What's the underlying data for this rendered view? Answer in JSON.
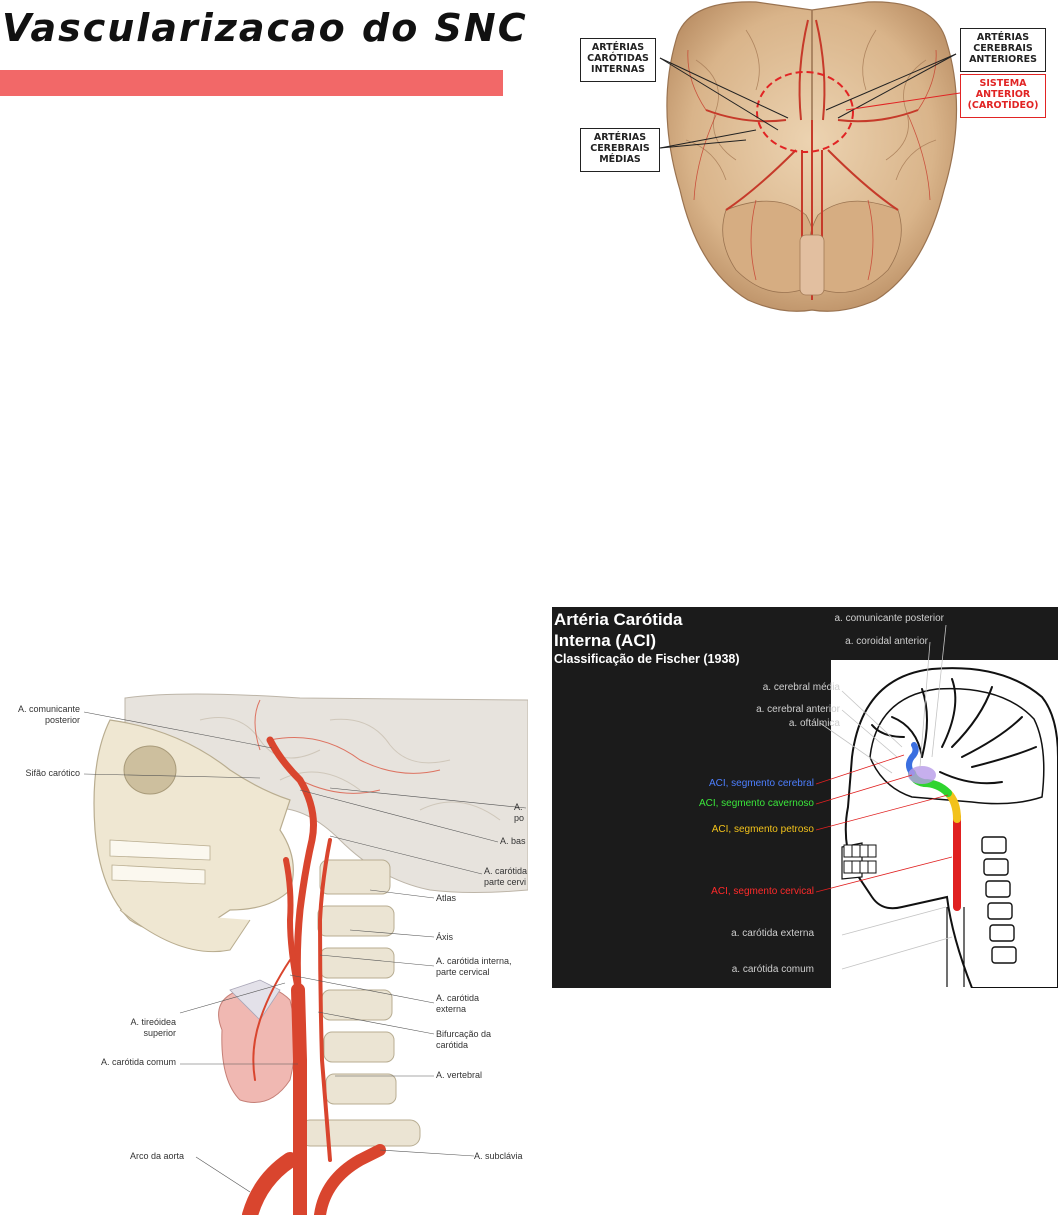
{
  "page": {
    "title": "Vascularizacao do SNC"
  },
  "colors": {
    "accent_bar": "#f26868",
    "artery": "#d9452e",
    "fischer_bg": "#1b1b1b"
  },
  "figure1": {
    "labels": {
      "carotidas_internas": "ARTÉRIAS CARÓTIDAS INTERNAS",
      "cerebrais_anteriores": "ARTÉRIAS CEREBRAIS ANTERIORES",
      "sistema_anterior": "SISTEMA ANTERIOR (CAROTÍDEO)",
      "cerebrais_medias": "ARTÉRIAS CEREBRAIS MÉDIAS"
    }
  },
  "figure2": {
    "labels": {
      "comunicante_posterior": "A. comunicante posterior",
      "sifao_carotico": "Sifão carótico",
      "a_po": "A. po",
      "a_bas": "A. bas",
      "carotida_parte_cervi": "A. carótida parte cervi",
      "atlas": "Atlas",
      "axis": "Áxis",
      "carotida_interna_cervical": "A. carótida interna, parte cervical",
      "carotida_externa": "A. carótida externa",
      "tireoidea_superior": "A. tireóidea superior",
      "bifurcacao": "Bifurcação da carótida",
      "carotida_comum": "A. carótida comum",
      "vertebral": "A. vertebral",
      "arco_aorta": "Arco da aorta",
      "subclavia": "A. subclávia"
    }
  },
  "figure3": {
    "title": "Artéria Carótida Interna (ACI)",
    "subtitle": "Classificação de Fischer (1938)",
    "labels": {
      "comunicante_posterior": "a. comunicante posterior",
      "coroidal_anterior": "a. coroidal anterior",
      "cerebral_media": "a. cerebral média",
      "cerebral_anterior": "a. cerebral anterior",
      "oftalmica": "a. oftálmica",
      "seg_cerebral": "ACI, segmento cerebral",
      "seg_cavernoso": "ACI, segmento cavernoso",
      "seg_petroso": "ACI, segmento petroso",
      "seg_cervical": "ACI, segmento cervical",
      "carotida_externa": "a. carótida externa",
      "carotida_comum": "a. carótida comum"
    },
    "segment_colors": {
      "cerebral": "#3b6fe0",
      "cavernoso": "#2fd42f",
      "petroso": "#f2c21b",
      "cervical": "#e02020"
    }
  }
}
